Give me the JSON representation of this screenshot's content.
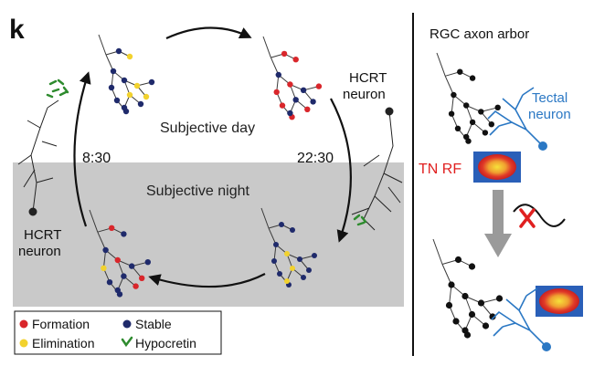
{
  "panel_label": "k",
  "left_panel": {
    "day_label": "Subjective day",
    "night_label": "Subjective night",
    "time_left": "8:30",
    "time_right": "22:30",
    "hcrt_top_line1": "HCRT",
    "hcrt_top_line2": "neuron",
    "hcrt_bottom_line1": "HCRT",
    "hcrt_bottom_line2": "neuron"
  },
  "legend": {
    "formation": "Formation",
    "stable": "Stable",
    "elimination": "Elimination",
    "hypocretin": "Hypocretin"
  },
  "right_panel": {
    "title": "RGC axon arbor",
    "tectal_line1": "Tectal",
    "tectal_line2": "neuron",
    "tn_rf": "TN RF"
  },
  "colors": {
    "formation": "#d9262b",
    "stable": "#1f2a6b",
    "elimination": "#f2d22e",
    "hypocretin": "#2e8b2e",
    "tectal": "#2b78c4",
    "night_band": "#c9c9c9",
    "arbor": "#222222",
    "label_red": "#e02020"
  }
}
